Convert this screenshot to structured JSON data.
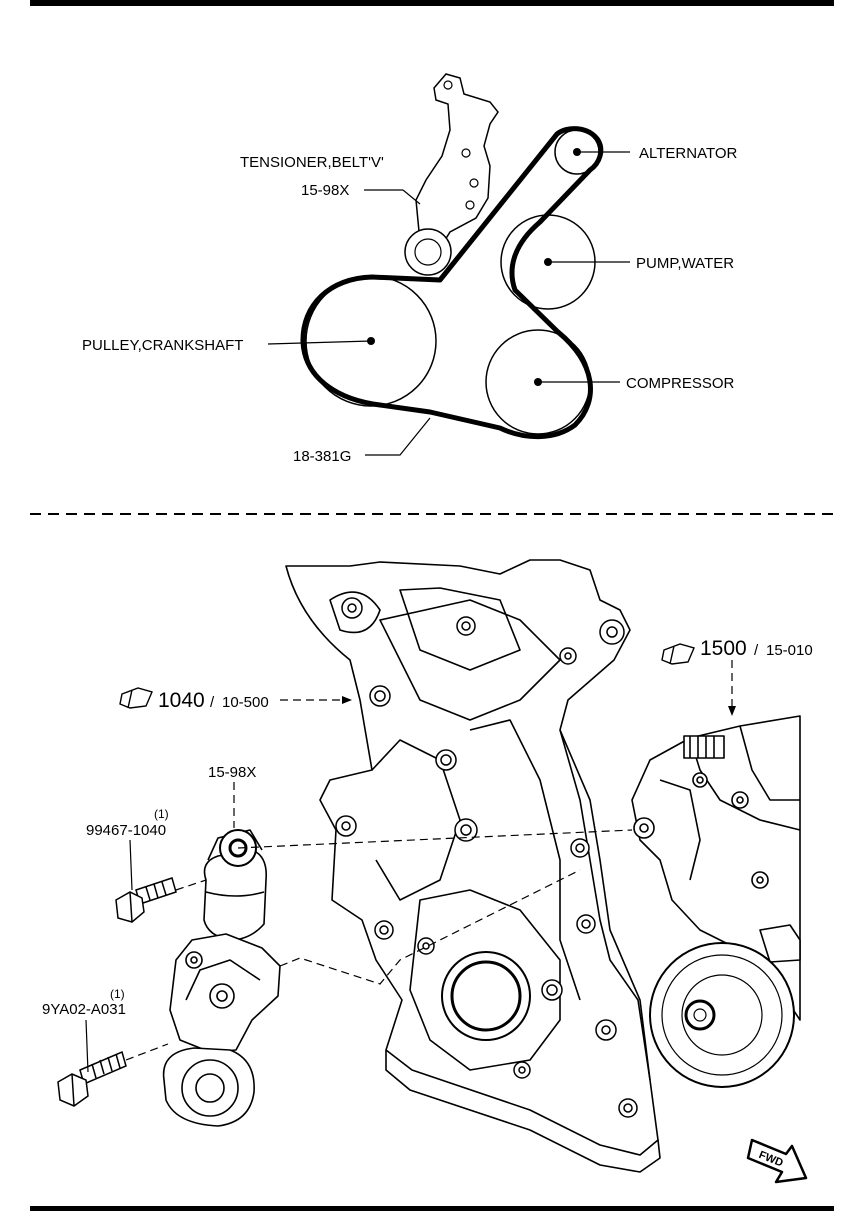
{
  "belt_diagram": {
    "labels": {
      "tensioner_name": "TENSIONER,BELT'V'",
      "tensioner_part": "15-98X",
      "alternator": "ALTERNATOR",
      "water_pump": "PUMP,WATER",
      "crankshaft": "PULLEY,CRANKSHAFT",
      "compressor": "COMPRESSOR",
      "belt_part": "18-381G"
    }
  },
  "exploded_view": {
    "ref_1040": {
      "number": "1040",
      "slash": "/",
      "code": "10-500"
    },
    "ref_1500": {
      "number": "1500",
      "slash": "/",
      "code": "15-010"
    },
    "tensioner_part": "15-98X",
    "bolt_upper": {
      "qty": "(1)",
      "part": "99467-1040"
    },
    "bolt_lower": {
      "qty": "(1)",
      "part": "9YA02-A031"
    },
    "fwd": "FWD"
  },
  "colors": {
    "ink": "#000000",
    "paper": "#ffffff"
  }
}
